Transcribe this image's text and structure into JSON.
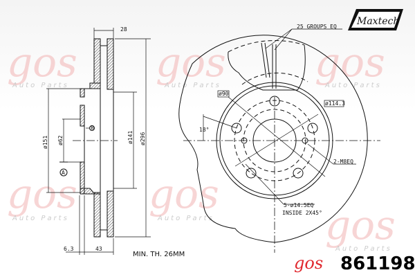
{
  "brand_logo": "Maxtech",
  "watermark": {
    "mark": "gos",
    "sub": "Auto Parts"
  },
  "part_number": "861198",
  "min_thickness": "MIN. TH. 26MM",
  "side_view": {
    "dims": {
      "width_top": "28",
      "outer_dia": "ø296",
      "inner_dia": "ø141",
      "hat_dia": "ø151",
      "bore_dia": "ø62",
      "offset": "6.3",
      "height": "43"
    },
    "datum_a": "A",
    "datum_b": "B"
  },
  "front_view": {
    "vents": "25 GROUPS EQ",
    "pcd_label": "ø90",
    "bolt_circle": "ø114.3",
    "angle": "18°",
    "threaded_holes": "2-M8EQ",
    "bolt_holes": "5-ø14.5EQ",
    "chamfer": "INSIDE 2X45°"
  },
  "colors": {
    "watermark": "#f2b4b4",
    "line": "#111111"
  }
}
